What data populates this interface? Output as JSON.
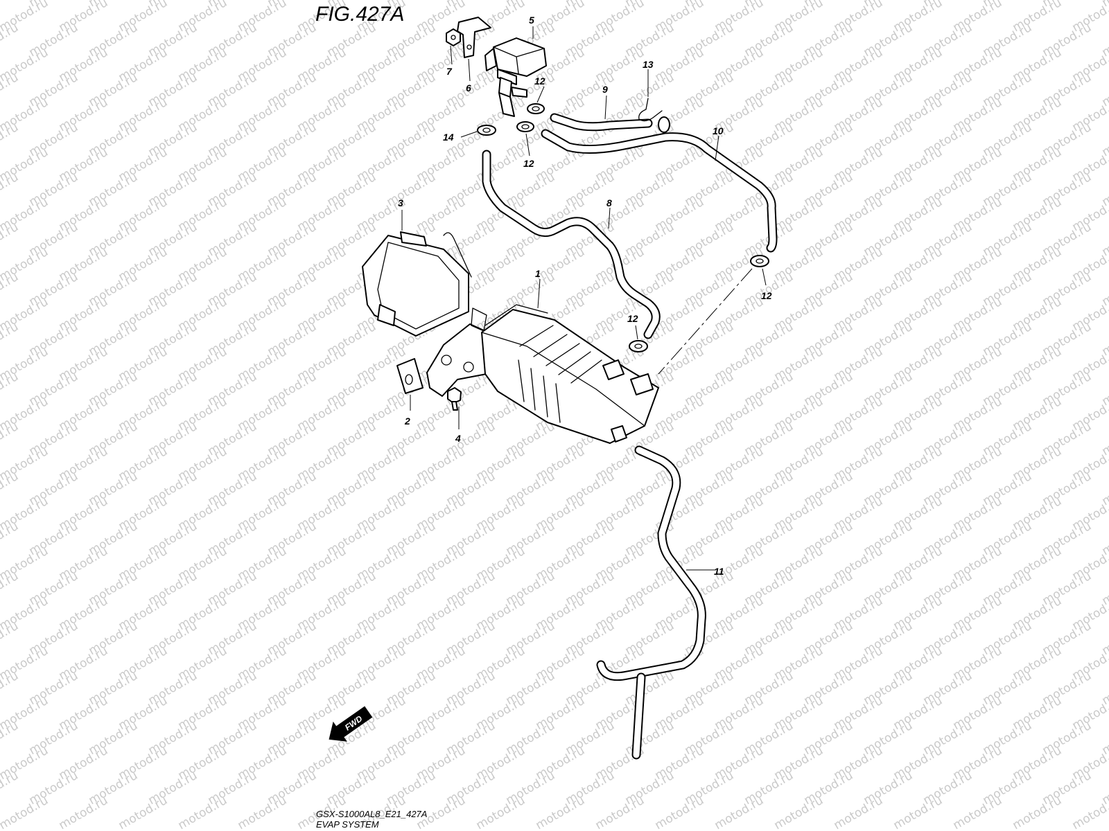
{
  "figure_title": "FIG.427A",
  "watermark_text": "motod.ru",
  "footer": {
    "model_code": "GSX-S1000AL8_E21_427A",
    "section_name": "EVAP SYSTEM"
  },
  "fwd_label": "FWD",
  "callouts": [
    {
      "id": "c1",
      "label": "1"
    },
    {
      "id": "c2",
      "label": "2"
    },
    {
      "id": "c3",
      "label": "3"
    },
    {
      "id": "c4",
      "label": "4"
    },
    {
      "id": "c5",
      "label": "5"
    },
    {
      "id": "c6",
      "label": "6"
    },
    {
      "id": "c7",
      "label": "7"
    },
    {
      "id": "c8",
      "label": "8"
    },
    {
      "id": "c9",
      "label": "9"
    },
    {
      "id": "c10",
      "label": "10"
    },
    {
      "id": "c11",
      "label": "11"
    },
    {
      "id": "c12a",
      "label": "12"
    },
    {
      "id": "c12b",
      "label": "12"
    },
    {
      "id": "c12c",
      "label": "12"
    },
    {
      "id": "c12d",
      "label": "12"
    },
    {
      "id": "c13",
      "label": "13"
    },
    {
      "id": "c14",
      "label": "14"
    }
  ],
  "colors": {
    "line": "#000000",
    "background": "#ffffff",
    "watermark": "#c9c9c9"
  }
}
